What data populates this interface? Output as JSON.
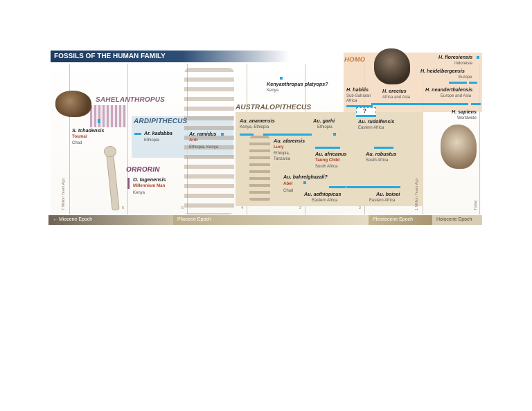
{
  "title": "FOSSILS OF THE HUMAN FAMILY",
  "genera": {
    "homo": "HOMO",
    "sahelanthropus": "SAHELANTHROPUS",
    "ardipithecus": "ARDIPITHECUS",
    "orrorin": "ORRORIN",
    "australopithecus": "AUSTRALOPITHECUS"
  },
  "species": {
    "s_tchadensis": {
      "name": "S. tchadensis",
      "nickname": "Toumaï",
      "location": "Chad"
    },
    "ar_kadabba": {
      "name": "Ar. kadabba",
      "location": "Ethiopia"
    },
    "ar_ramidus": {
      "name": "Ar. ramidus",
      "nickname": "Ardi",
      "location": "Ethiopia, Kenya"
    },
    "o_tugenensis": {
      "name": "O. tugenensis",
      "nickname": "Millennium Man",
      "location": "Kenya"
    },
    "k_platyops": {
      "name": "Kenyanthropus platyops?",
      "location": "Kenya"
    },
    "au_anamensis": {
      "name": "Au. anamensis",
      "location": "Kenya, Ethiopia"
    },
    "au_afarensis": {
      "name": "Au. afarensis",
      "nickname": "Lucy",
      "location_1": "Ethiopia,",
      "location_2": "Tanzania"
    },
    "au_garhi": {
      "name": "Au. garhi",
      "location": "Ethiopia"
    },
    "au_africanus": {
      "name": "Au. africanus",
      "nickname": "Taung Child",
      "location": "South Africa"
    },
    "au_bahrelghazali": {
      "name": "Au. bahrelghazali?",
      "nickname": "Abel",
      "location": "Chad"
    },
    "au_aethiopicus": {
      "name": "Au. aethiopicus",
      "location": "Eastern Africa"
    },
    "au_robustus": {
      "name": "Au. robustus",
      "location": "South Africa"
    },
    "au_boisei": {
      "name": "Au. boisei",
      "location": "Eastern Africa"
    },
    "h_habilis": {
      "name": "H. habilis",
      "location_1": "Sub-Saharan",
      "location_2": "Africa"
    },
    "h_erectus": {
      "name": "H. erectus",
      "location": "Africa and Asia"
    },
    "h_rudolfensis": {
      "name": "Au. rudolfensis",
      "location": "Eastern Africa"
    },
    "h_floresiensis": {
      "name": "H. floresiensis",
      "location": "Indonesia"
    },
    "h_heidelbergensis": {
      "name": "H. heidelbergensis",
      "location": "Europe"
    },
    "h_neanderthalensis": {
      "name": "H. neanderthalensis",
      "location": "Europe and Asia"
    },
    "h_sapiens": {
      "name": "H. sapiens",
      "location": "Worldwide"
    }
  },
  "question_mark": "?",
  "axis": {
    "left_label": "7 Million Years Ago",
    "right_label": "1 Million Years Ago",
    "today_label": "Today",
    "ticks": [
      "6",
      "5",
      "4",
      "3",
      "2"
    ]
  },
  "epochs": {
    "miocene": "Miocene Epoch",
    "pliocene": "Pliocene Epoch",
    "pleistocene": "Pleistocene Epoch",
    "holocene": "Holocene Epoch"
  },
  "colors": {
    "title_bar": "#1e3a5f",
    "range_bar": "#27a8dc",
    "australopithecus_panel": "#e8dcc3",
    "homo_panel": "#f4d9bf",
    "ardipithecus_panel": "#d7e4ec"
  }
}
